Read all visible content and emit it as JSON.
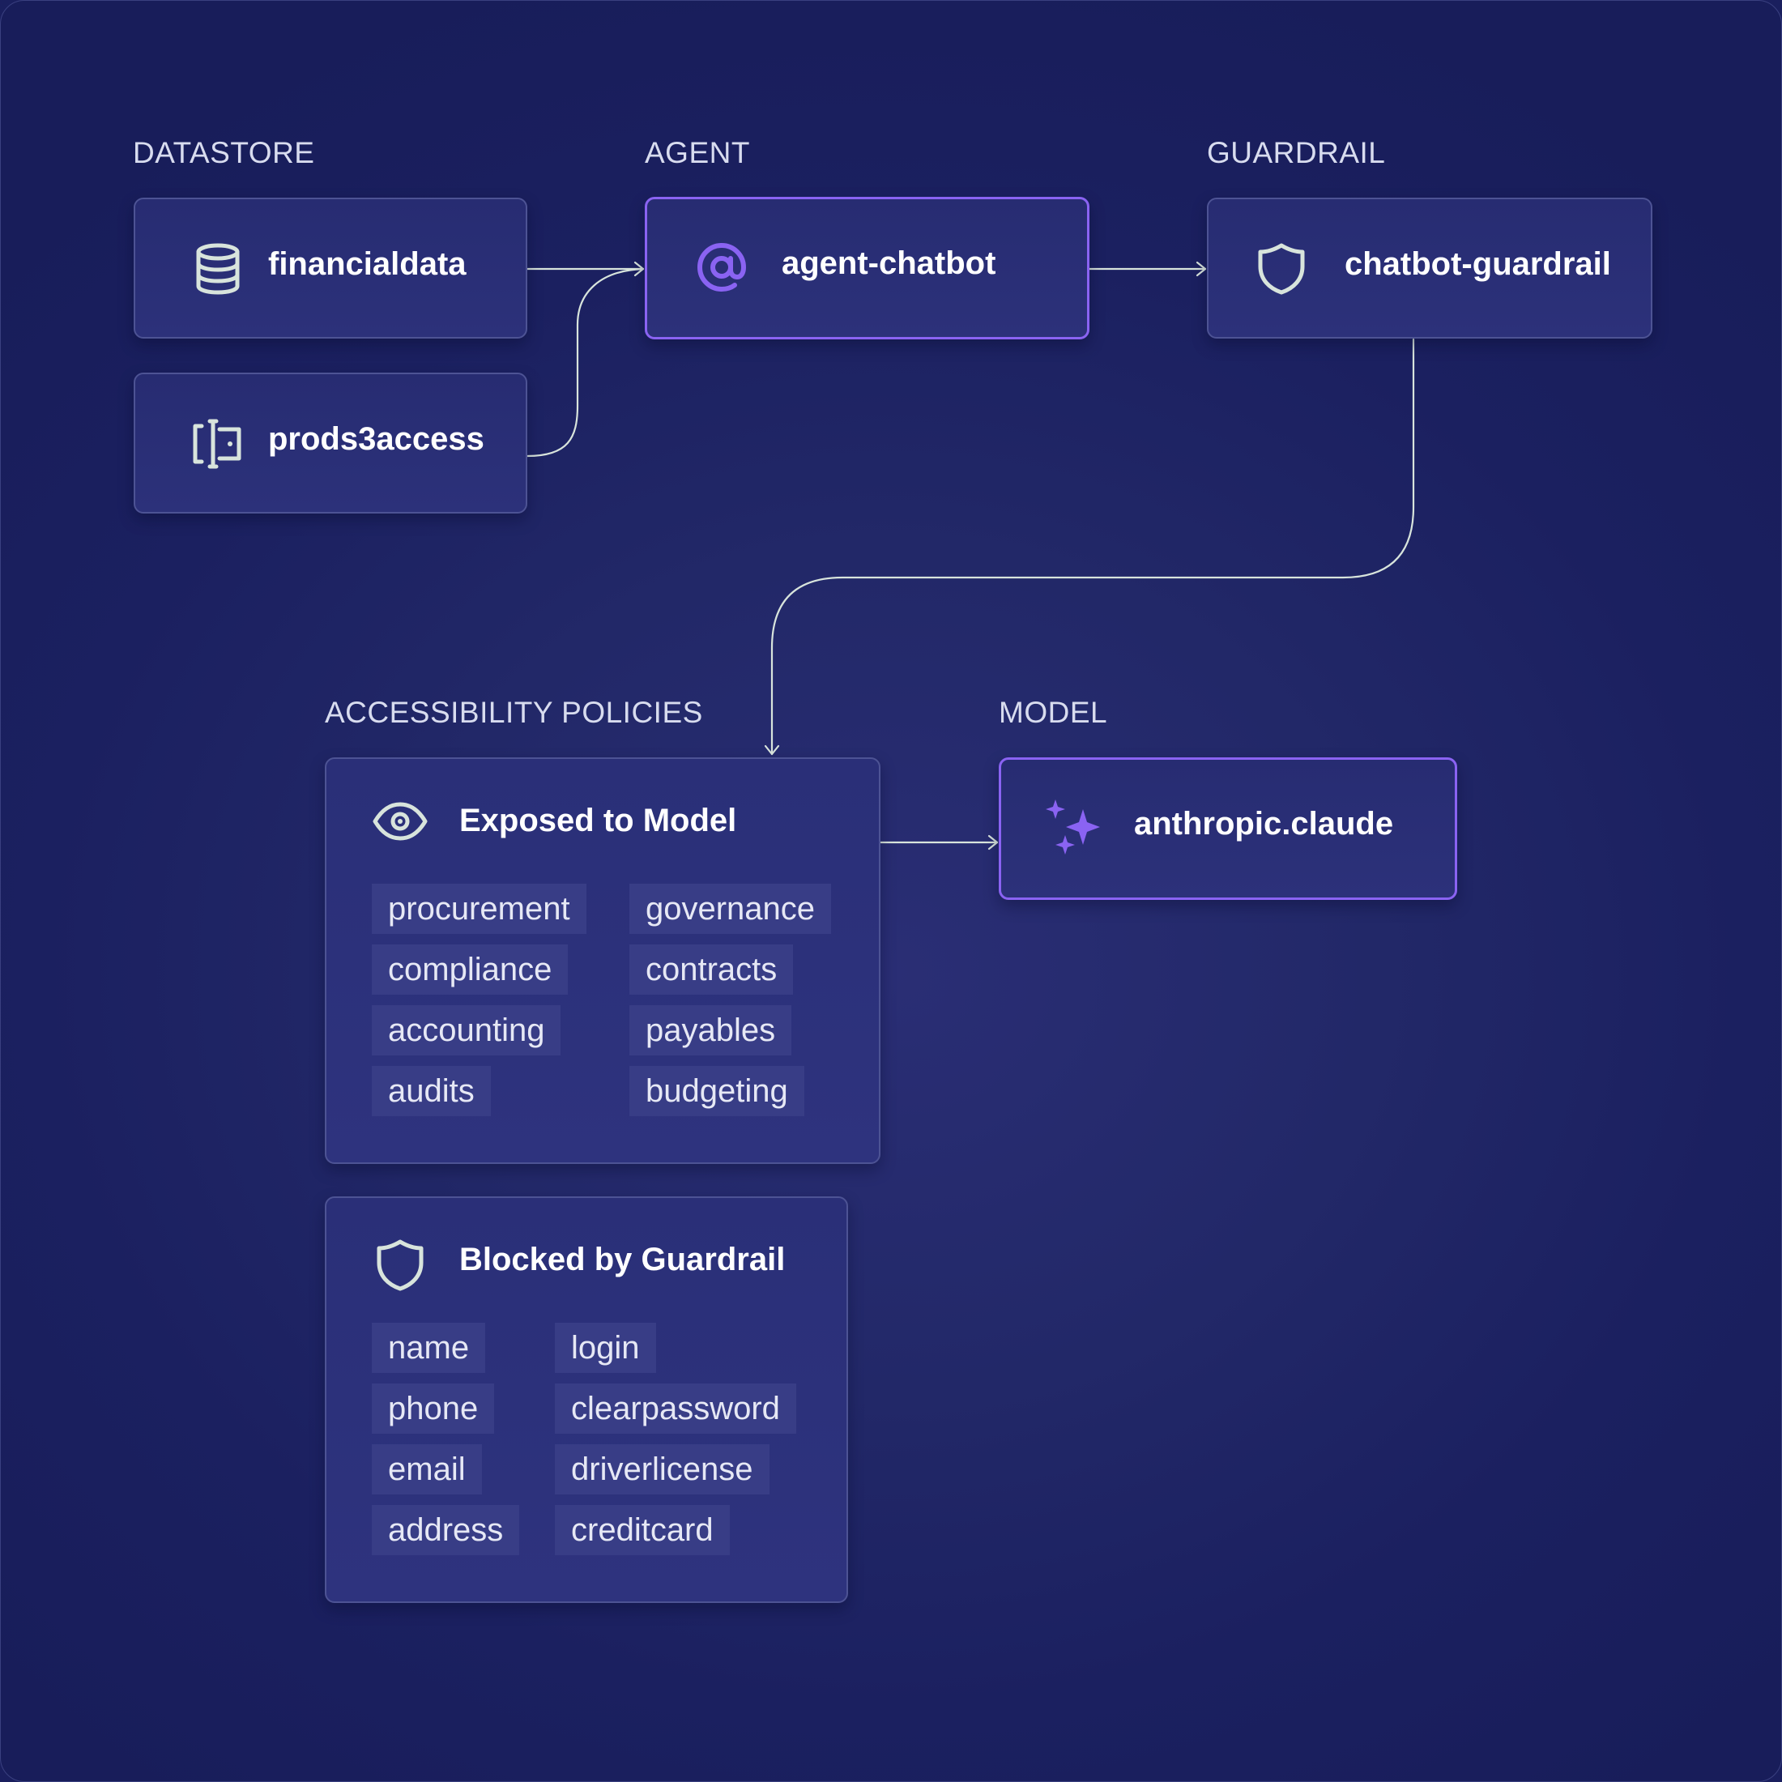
{
  "sections": {
    "datastore": "DATASTORE",
    "agent": "AGENT",
    "guardrail": "GUARDRAIL",
    "policies": "ACCESSIBILITY POLICIES",
    "model": "MODEL"
  },
  "nodes": {
    "financialdata": {
      "label": "financialdata",
      "icon": "database-icon"
    },
    "prods3access": {
      "label": "prods3access",
      "icon": "bucket-access-icon"
    },
    "agent": {
      "label": "agent-chatbot",
      "icon": "at-sign-icon"
    },
    "guardrail": {
      "label": "chatbot-guardrail",
      "icon": "shield-icon"
    },
    "model": {
      "label": "anthropic.claude",
      "icon": "sparkles-icon"
    }
  },
  "exposed": {
    "title": "Exposed to Model",
    "icon": "eye-icon",
    "left": [
      "procurement",
      "compliance",
      "accounting",
      "audits"
    ],
    "right": [
      "governance",
      "contracts",
      "payables",
      "budgeting"
    ]
  },
  "blocked": {
    "title": "Blocked by Guardrail",
    "icon": "shield-icon",
    "left": [
      "name",
      "phone",
      "email",
      "address"
    ],
    "right": [
      "login",
      "clearpassword",
      "driverlicense",
      "creditcard"
    ]
  },
  "colors": {
    "accent": "#8a63f2",
    "icon_light": "#d8e4dc",
    "wire": "#d8e4dc",
    "background": "#1f2465"
  }
}
